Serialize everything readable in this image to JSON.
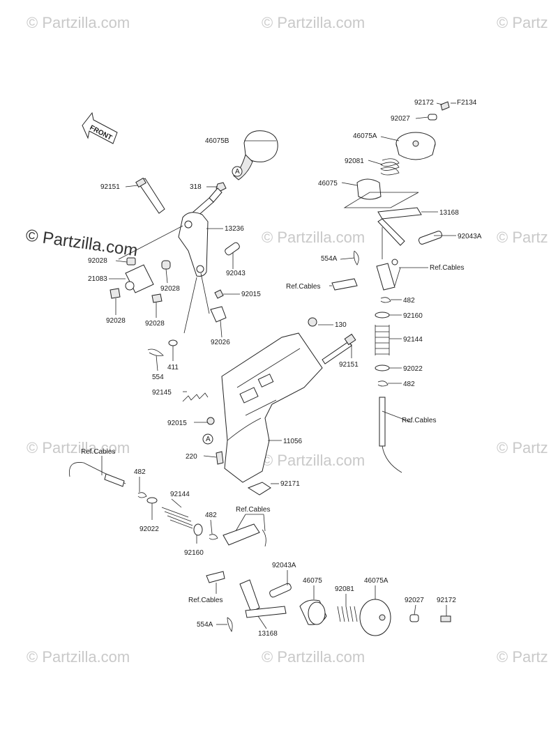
{
  "watermark": {
    "text": "© Partzilla.com",
    "short_text": "© Partz"
  },
  "front_marker": "FRONT",
  "ref_marker": "A",
  "labels": {
    "l92172_top": "92172",
    "lF2134": "F2134",
    "l92027_top": "92027",
    "l46075A_top": "46075A",
    "l92081_top": "92081",
    "l46075_top": "46075",
    "l13168_top": "13168",
    "l92043A_top": "92043A",
    "l554A_top": "554A",
    "lrefc_1": "Ref.Cables",
    "lrefc_2": "Ref.Cables",
    "l482_a": "482",
    "l92160_a": "92160",
    "l92144_a": "92144",
    "l92022_a": "92022",
    "l482_b": "482",
    "lrefc_3": "Ref.Cables",
    "l46075B": "46075B",
    "l92151_a": "92151",
    "l318": "318",
    "l13236": "13236",
    "l92028_a": "92028",
    "l92043": "92043",
    "l21083": "21083",
    "l92028_b": "92028",
    "l92015_a": "92015",
    "l92028_c": "92028",
    "l92028_d": "92028",
    "l92026": "92026",
    "l130": "130",
    "l554": "554",
    "l411": "411",
    "l92151_b": "92151",
    "l92145": "92145",
    "l92015_b": "92015",
    "l11056": "11056",
    "l220": "220",
    "l92171": "92171",
    "lrefc_4": "Ref.Cables",
    "l482_c": "482",
    "l92144_b": "92144",
    "l92022_b": "92022",
    "lrefc_5": "Ref.Cables",
    "l482_d": "482",
    "l92160_b": "92160",
    "l92043A_b": "92043A",
    "l46075_b": "46075",
    "l92081_b": "92081",
    "l46075A_b": "46075A",
    "l92027_b": "92027",
    "l92172_b": "92172",
    "lrefc_6": "Ref.Cables",
    "l554A_b": "554A",
    "l13168_b": "13168"
  }
}
